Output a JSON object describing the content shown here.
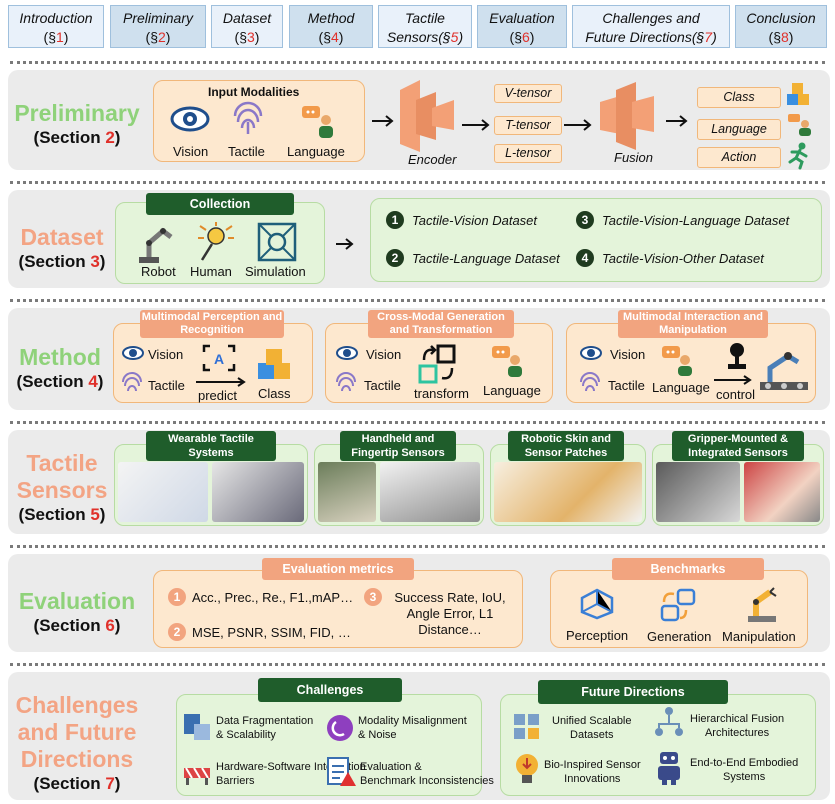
{
  "nav": [
    {
      "name": "Introduction",
      "sec": "(§",
      "num": "1",
      "close": ")"
    },
    {
      "name": "Preliminary",
      "sec": "(§",
      "num": "2",
      "close": ")"
    },
    {
      "name": "Dataset",
      "sec": "(§",
      "num": "3",
      "close": ")"
    },
    {
      "name": "Method",
      "sec": "(§",
      "num": "4",
      "close": ")"
    },
    {
      "name": "Tactile",
      "sec": "Sensors(§",
      "num": "5",
      "close": ")"
    },
    {
      "name": "Evaluation",
      "sec": "(§",
      "num": "6",
      "close": ")"
    },
    {
      "name": "Challenges and",
      "sec": "Future Directions(§",
      "num": "7",
      "close": ")"
    },
    {
      "name": "Conclusion",
      "sec": "(§",
      "num": "8",
      "close": ")"
    }
  ],
  "preliminary": {
    "title": "Preliminary",
    "section_word": "(Section ",
    "section_num": "2",
    "close": ")",
    "input_modalities": "Input Modalities",
    "modalities": [
      "Vision",
      "Tactile",
      "Language"
    ],
    "encoder": "Encoder",
    "fusion": "Fusion",
    "tensors": [
      "V-tensor",
      "T-tensor",
      "L-tensor"
    ],
    "outputs": [
      "Class",
      "Language",
      "Action"
    ]
  },
  "dataset": {
    "title": "Dataset",
    "section_word": "(Section ",
    "section_num": "3",
    "close": ")",
    "collection": "Collection",
    "sources": [
      "Robot",
      "Human",
      "Simulation"
    ],
    "datasets": [
      {
        "num": "1",
        "label": "Tactile-Vision Dataset"
      },
      {
        "num": "2",
        "label": "Tactile-Language Dataset"
      },
      {
        "num": "3",
        "label": "Tactile-Vision-Language Dataset"
      },
      {
        "num": "4",
        "label": "Tactile-Vision-Other Dataset"
      }
    ]
  },
  "method": {
    "title": "Method",
    "section_word": "(Section ",
    "section_num": "4",
    "close": ")",
    "panels": [
      {
        "header": "Multimodal Perception and Recognition",
        "vision": "Vision",
        "tactile": "Tactile",
        "action": "predict",
        "output": "Class"
      },
      {
        "header": "Cross-Modal Generation and Transformation",
        "vision": "Vision",
        "tactile": "Tactile",
        "action": "transform",
        "output": "Language"
      },
      {
        "header": "Multimodal Interaction and Manipulation",
        "vision": "Vision",
        "tactile": "Tactile",
        "language": "Language",
        "action": "control"
      }
    ]
  },
  "sensors": {
    "title1": "Tactile",
    "title2": "Sensors",
    "section_word": "(Section ",
    "section_num": "5",
    "close": ")",
    "panels": [
      "Wearable Tactile Systems",
      "Handheld and Fingertip Sensors",
      "Robotic Skin and Sensor Patches",
      "Gripper-Mounted & Integrated Sensors"
    ]
  },
  "evaluation": {
    "title": "Evaluation",
    "section_word": "(Section ",
    "section_num": "6",
    "close": ")",
    "metrics_header": "Evaluation metrics",
    "metrics": [
      {
        "num": "1",
        "text": "Acc., Prec., Re., F1.,mAP…"
      },
      {
        "num": "2",
        "text": "MSE, PSNR, SSIM, FID, …"
      },
      {
        "num": "3",
        "text": "Success Rate, IoU, Angle Error, L1 Distance…"
      }
    ],
    "benchmarks_header": "Benchmarks",
    "benchmarks": [
      "Perception",
      "Generation",
      "Manipulation"
    ]
  },
  "challenges": {
    "title1": "Challenges",
    "title2": "and Future",
    "title3": "Directions",
    "section_word": "(Section ",
    "section_num": "7",
    "close": ")",
    "challenges_header": "Challenges",
    "items": [
      "Data Fragmentation & Scalability",
      "Modality Misalignment & Noise",
      "Hardware-Software Integration Barriers",
      "Evaluation & Benchmark Inconsistencies"
    ],
    "future_header": "Future Directions",
    "future": [
      "Unified Scalable Datasets",
      "Hierarchical Fusion Architectures",
      "Bio-Inspired Sensor Innovations",
      "End-to-End Embodied Systems"
    ]
  }
}
